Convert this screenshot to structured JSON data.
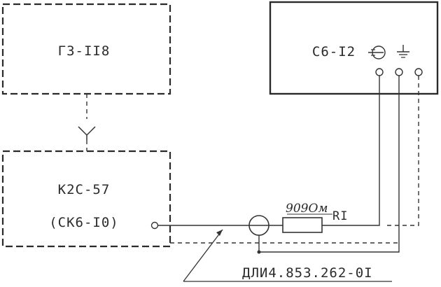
{
  "blocks": {
    "generator": "Г3-II8",
    "oscilloscope": "С6-I2",
    "meter_line1": "К2С-57",
    "meter_line2": "(СК6-I0)"
  },
  "resistor": {
    "value": "909Ом",
    "ref": "RI"
  },
  "device_code": "ДЛИ4.853.262-0I"
}
